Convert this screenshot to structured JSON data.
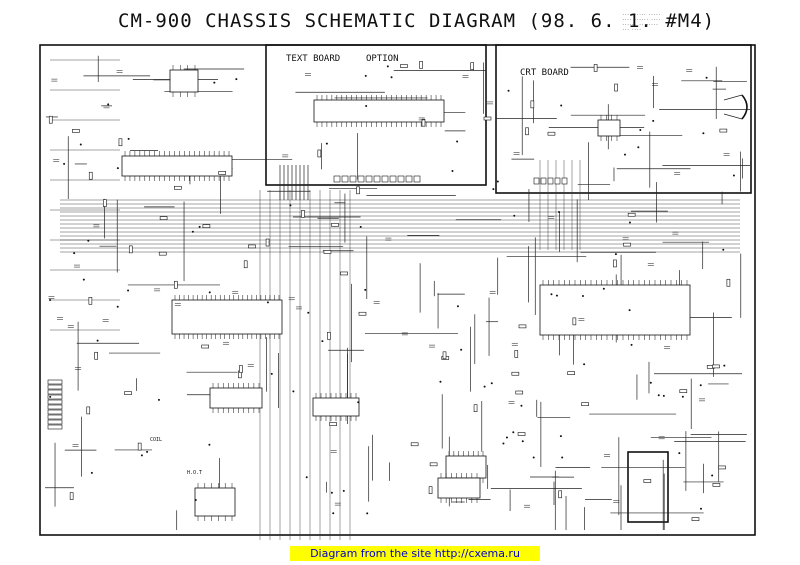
{
  "title": "CM-900 CHASSIS SCHEMATIC DIAGRAM (98. 6. 1. #M4)",
  "boards": {
    "text_board": "TEXT BOARD",
    "option": "OPTION",
    "crt_board": "CRT BOARD"
  },
  "labels": {
    "coil": "COIL",
    "hot": "H.O.T"
  },
  "footer": "Diagram from the site http://cxema.ru",
  "colors": {
    "background": "#ffffff",
    "lines": "#111111",
    "footer_bg": "#ffff00",
    "footer_text": "#0000cc"
  }
}
